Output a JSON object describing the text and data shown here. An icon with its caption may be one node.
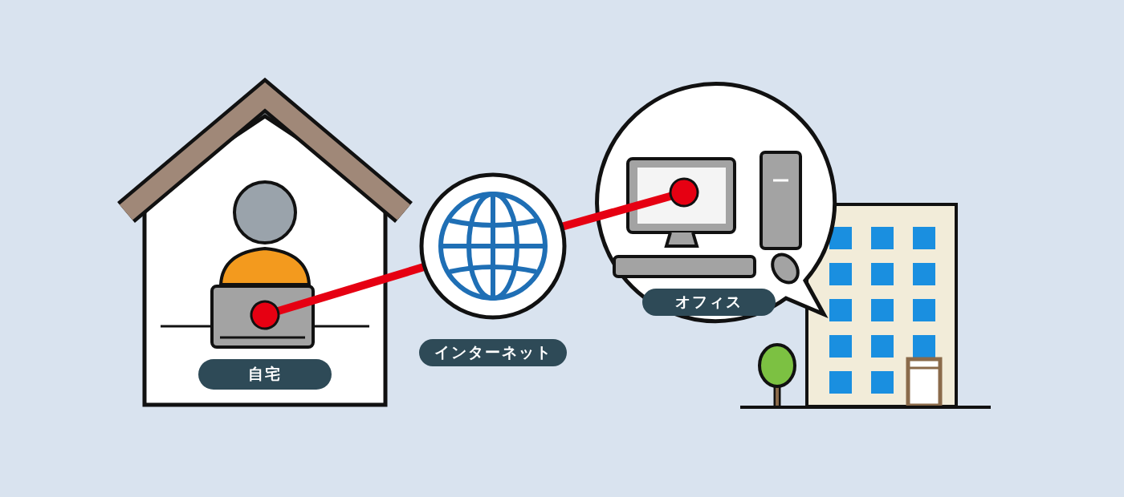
{
  "diagram": {
    "nodes": [
      {
        "text": [
          "自宅"
        ]
      },
      {
        "text": [],
        "shape": "picture",
        "in": 0
      },
      {
        "text": [
          "インターネット"
        ]
      },
      {
        "text": [
          "オフィス"
        ]
      },
      {
        "text": [],
        "shape": "picture",
        "in": 3
      }
    ],
    "edges": [
      {
        "from": 1,
        "to": 2,
        "arrow": "other"
      },
      {
        "from": 2,
        "to": 4,
        "arrow": "other"
      }
    ]
  }
}
